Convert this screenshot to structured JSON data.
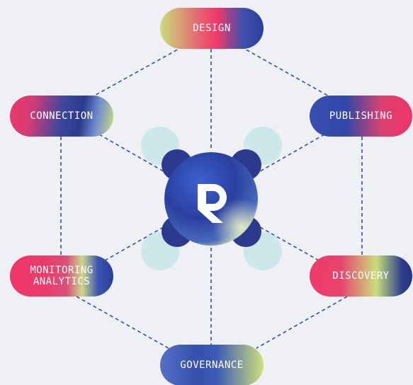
{
  "diagram": {
    "nodes": {
      "design": {
        "lines": [
          "DESIGN"
        ]
      },
      "connection": {
        "lines": [
          "CONNECTION"
        ]
      },
      "publishing": {
        "lines": [
          "PUBLISHING"
        ]
      },
      "monitoring": {
        "lines": [
          "MONITORING",
          "ANALYTICS"
        ]
      },
      "discovery": {
        "lines": [
          "DISCOVERY"
        ]
      },
      "governance": {
        "lines": [
          "GOVERNANCE"
        ]
      }
    },
    "center": {
      "icon": "r-logo-icon"
    },
    "colors": {
      "background": "#eef0f3",
      "connector": "#2f4fa8",
      "blob_light": "#cde8ea",
      "blob_dark": "#2b3a8f",
      "pink": "#f03a6a",
      "lime": "#cfe07c",
      "blue": "#2e45a5"
    }
  }
}
